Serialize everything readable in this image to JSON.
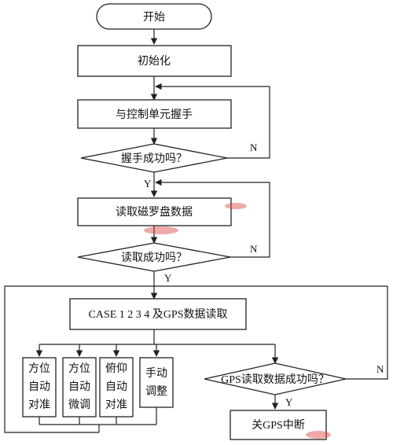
{
  "nodes": {
    "start": "开始",
    "init": "初始化",
    "handshake": "与控制单元握手",
    "handshake_ok": "握手成功吗？",
    "read_compass": "读取磁罗盘数据",
    "read_ok": "读取成功吗？",
    "case": "CASE 1 2 3 4 及GPS数据读取",
    "case1": [
      "方位",
      "自动",
      "对准"
    ],
    "case2": [
      "方位",
      "自动",
      "微调"
    ],
    "case3": [
      "俯仰",
      "自动",
      "对准"
    ],
    "case4": [
      "手动",
      "调整"
    ],
    "gps_ok": "GPS读取数据成功吗？",
    "close_gps": "关GPS中断"
  },
  "branch_labels": {
    "yes": "Y",
    "no": "N"
  },
  "colors": {
    "stroke": "#222222",
    "watermark": "#d6433a"
  }
}
